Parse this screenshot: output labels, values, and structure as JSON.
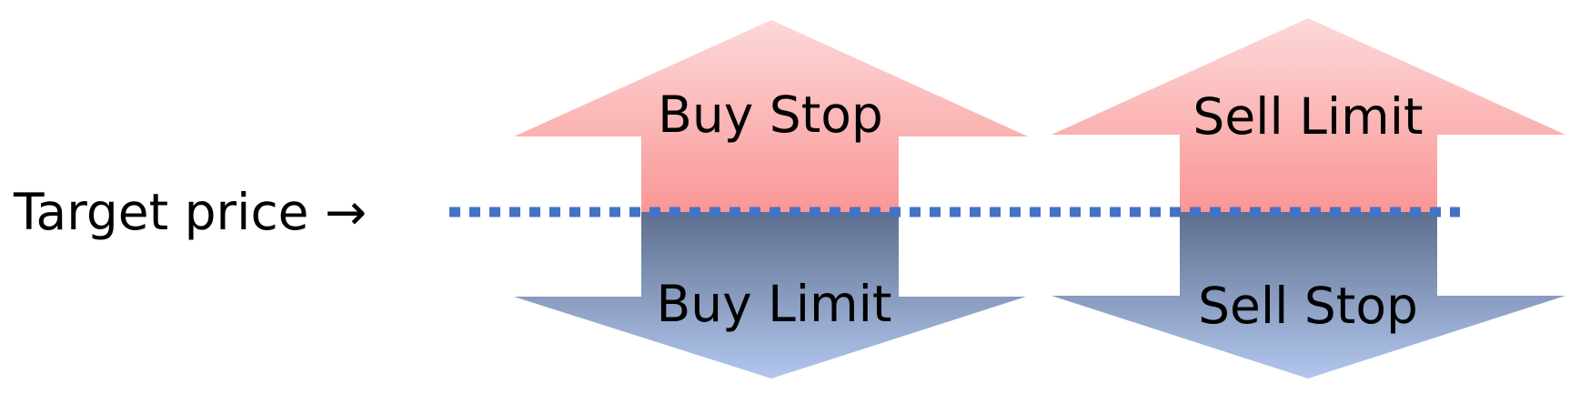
{
  "target_label": "Target price →",
  "orders": {
    "buy_stop": "Buy Stop",
    "buy_limit": "Buy Limit",
    "sell_limit": "Sell Limit",
    "sell_stop": "Sell Stop"
  },
  "colors": {
    "up_arrow_top": "#fdd8d8",
    "up_arrow_bottom": "#f98b8b",
    "down_arrow_top": "#5c6d8c",
    "down_arrow_bottom": "#b2c7ee",
    "target_line": "#4472c4"
  }
}
